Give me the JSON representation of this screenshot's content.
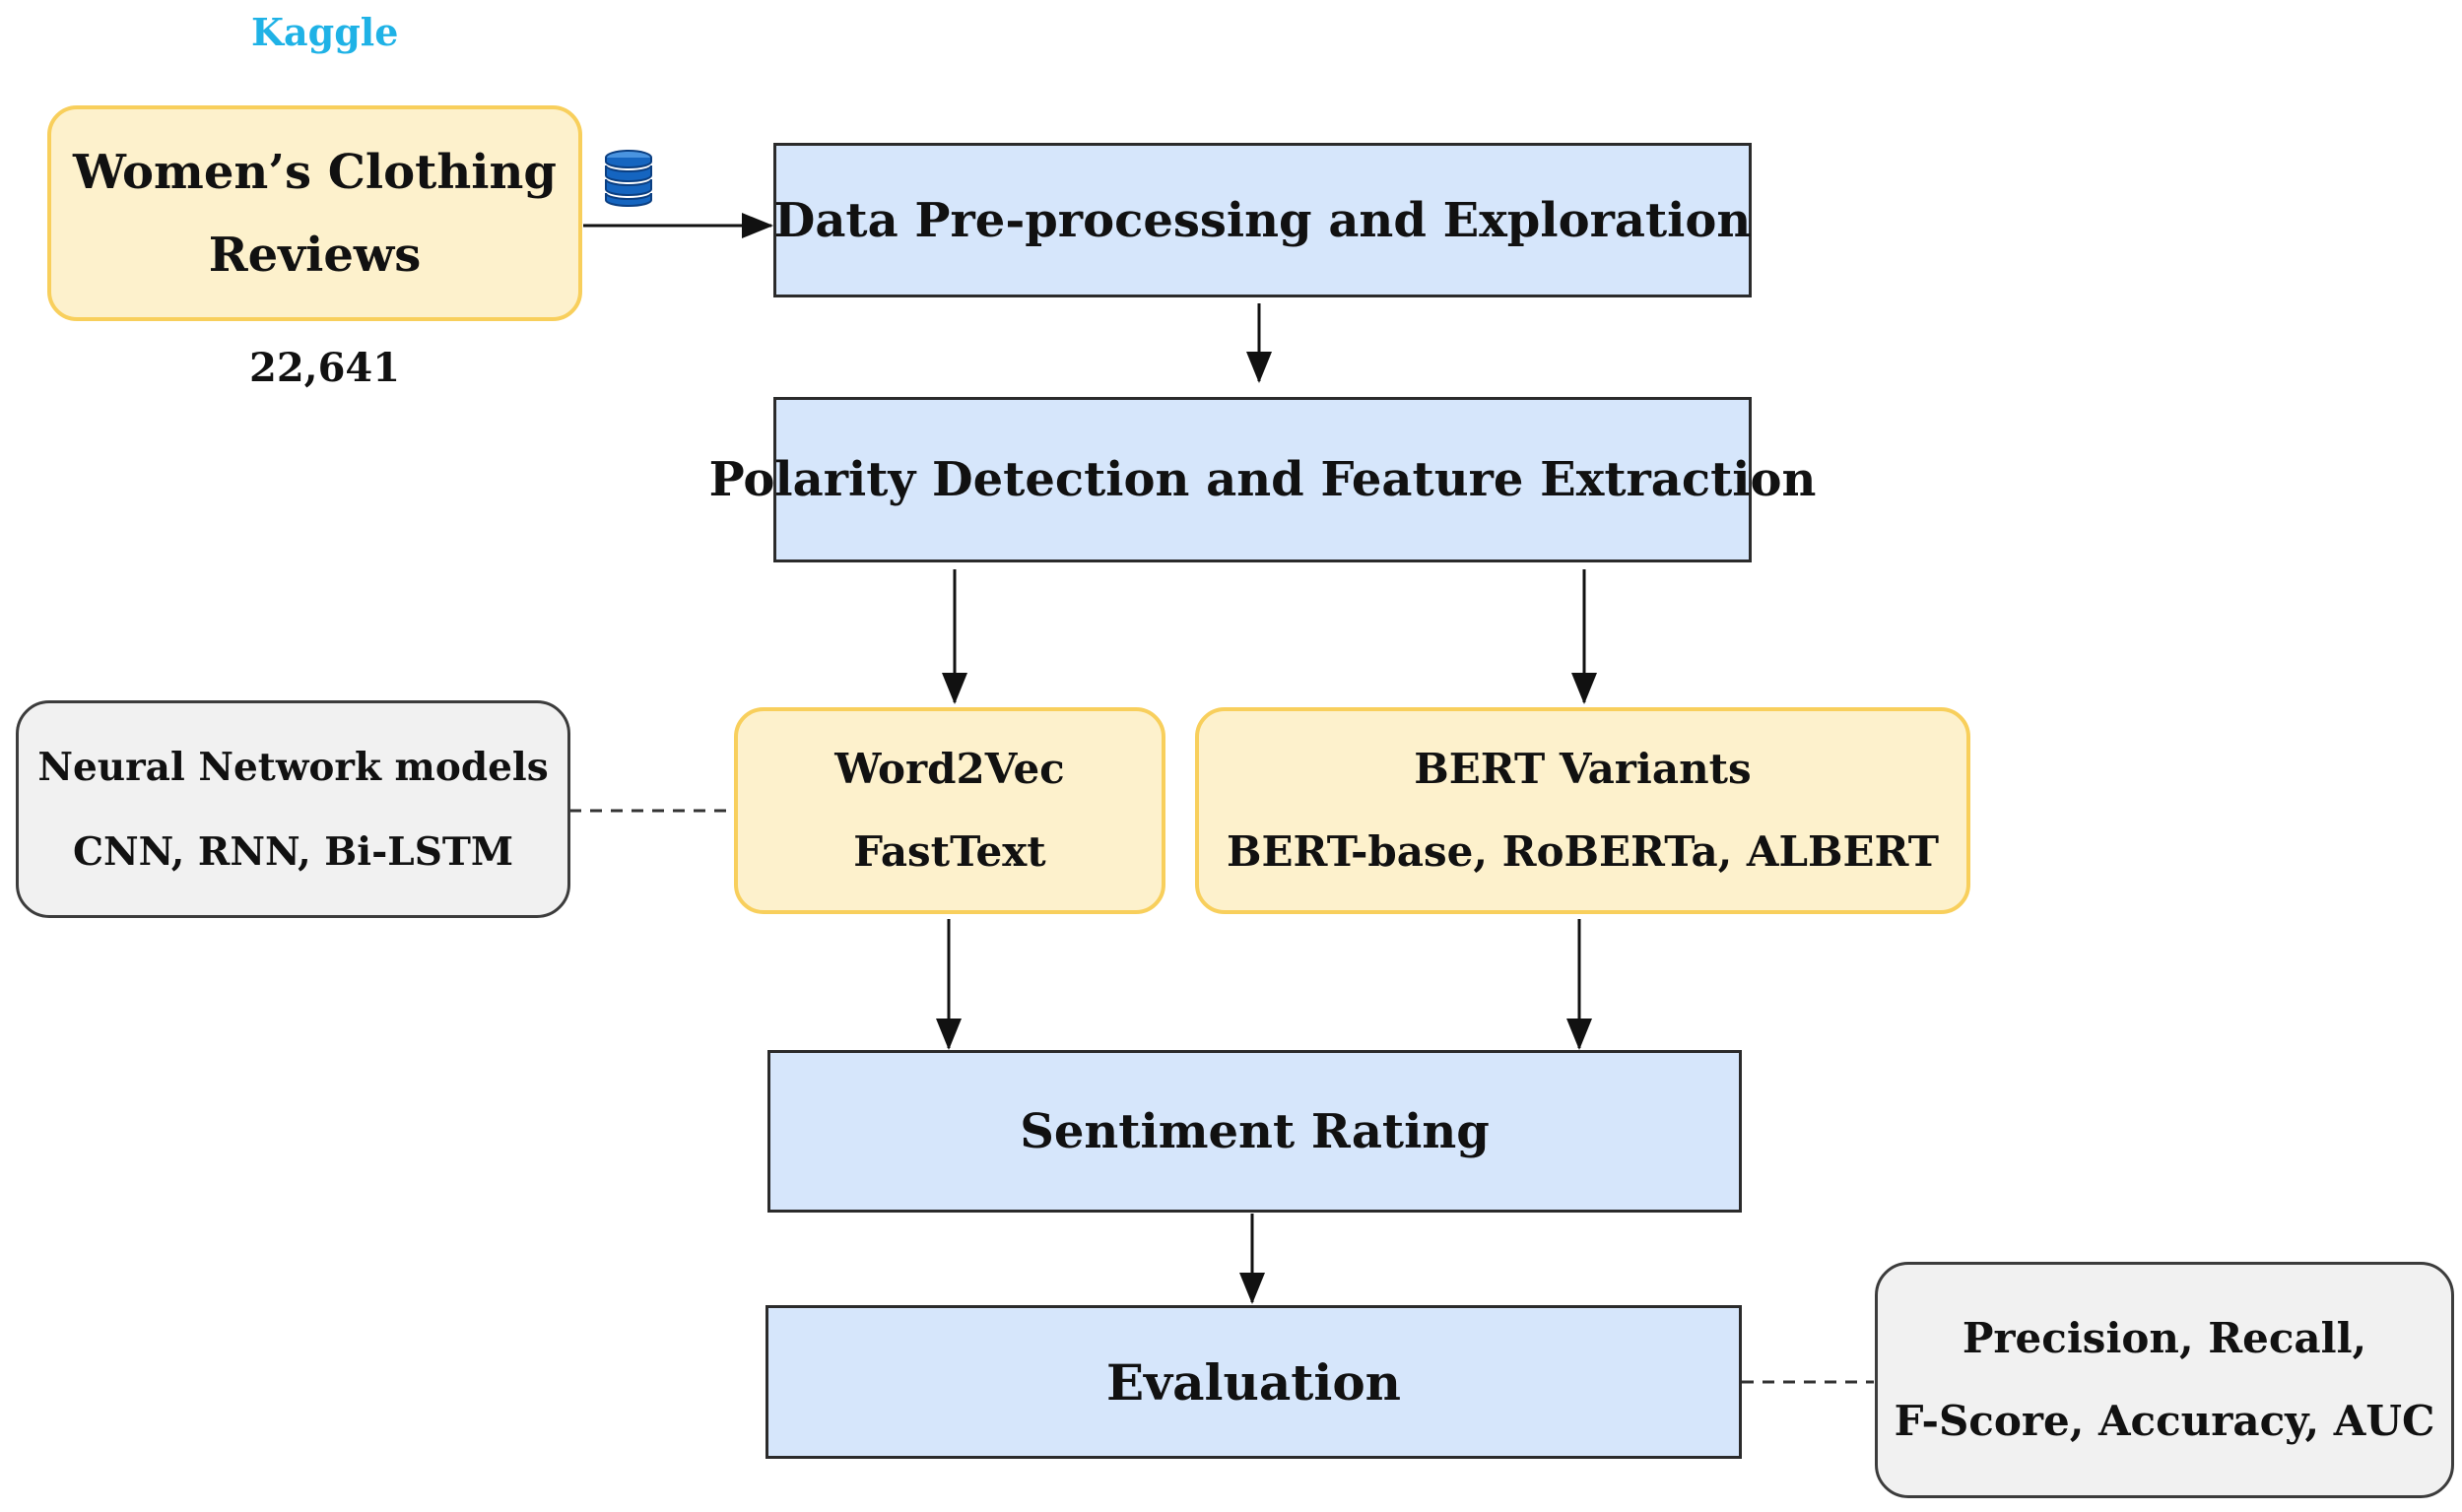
{
  "source": {
    "label": "Kaggle",
    "dataset_lines": [
      "Women’s Clothing",
      "Reviews"
    ],
    "count": "22,641",
    "icon": "database-icon"
  },
  "steps": {
    "preprocessing": "Data Pre-processing and Exploration",
    "polarity": "Polarity Detection and Feature Extraction",
    "sentiment": "Sentiment Rating",
    "evaluation": "Evaluation"
  },
  "embeddings": {
    "word": [
      "Word2Vec",
      "FastText"
    ],
    "bert": [
      "BERT Variants",
      "BERT-base, RoBERTa, ALBERT"
    ]
  },
  "models": [
    "Neural Network models",
    "CNN, RNN, Bi-LSTM"
  ],
  "metrics": [
    "Precision, Recall,",
    "F-Score, Accuracy, AUC"
  ],
  "colors": {
    "process_fill": "#d6e6fb",
    "embedding_fill": "#fdf1cc",
    "embedding_border": "#f8cf5c",
    "side_fill": "#f1f1f1",
    "source_label": "#1fb2e6",
    "database_icon": "#1565c0"
  }
}
